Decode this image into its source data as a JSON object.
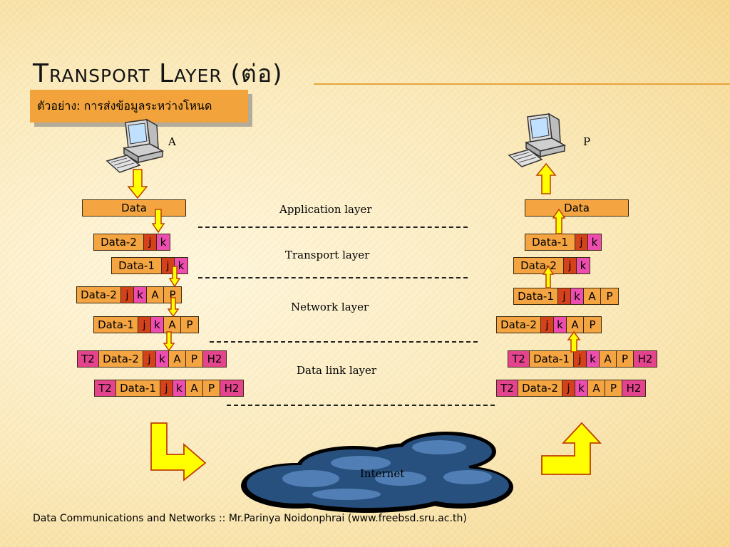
{
  "slide": {
    "title_main": "Transport Layer",
    "title_suffix": " (ต่อ)",
    "subtitle": "ตัวอย่าง: การส่งข้อมูลระหว่างโหนด",
    "footer": "Data Communications and Networks :: Mr.Parinya Noidonphrai (www.freebsd.sru.ac.th)"
  },
  "nodes": {
    "source": "A",
    "destination": "P"
  },
  "layers": {
    "application": "Application layer",
    "transport": "Transport layer",
    "network": "Network layer",
    "datalink": "Data link layer"
  },
  "network": {
    "cloud_label": "Internet"
  },
  "packets": {
    "data": "Data",
    "data1": "Data-1",
    "data2": "Data-2",
    "src_port": "j",
    "dst_port": "k",
    "src_addr": "A",
    "dst_addr": "P",
    "trailer": "T2",
    "header": "H2"
  },
  "colors": {
    "data_field": "#f4a542",
    "port_j": "#d4421c",
    "port_k": "#ee4db0",
    "frame_field": "#e4448e",
    "arrow_fill": "#ffff00",
    "arrow_stroke": "#c04000",
    "cloud_fill": "#27507e",
    "title_rule": "#e8a43c",
    "subtitle_bg": "#f2a33c"
  }
}
